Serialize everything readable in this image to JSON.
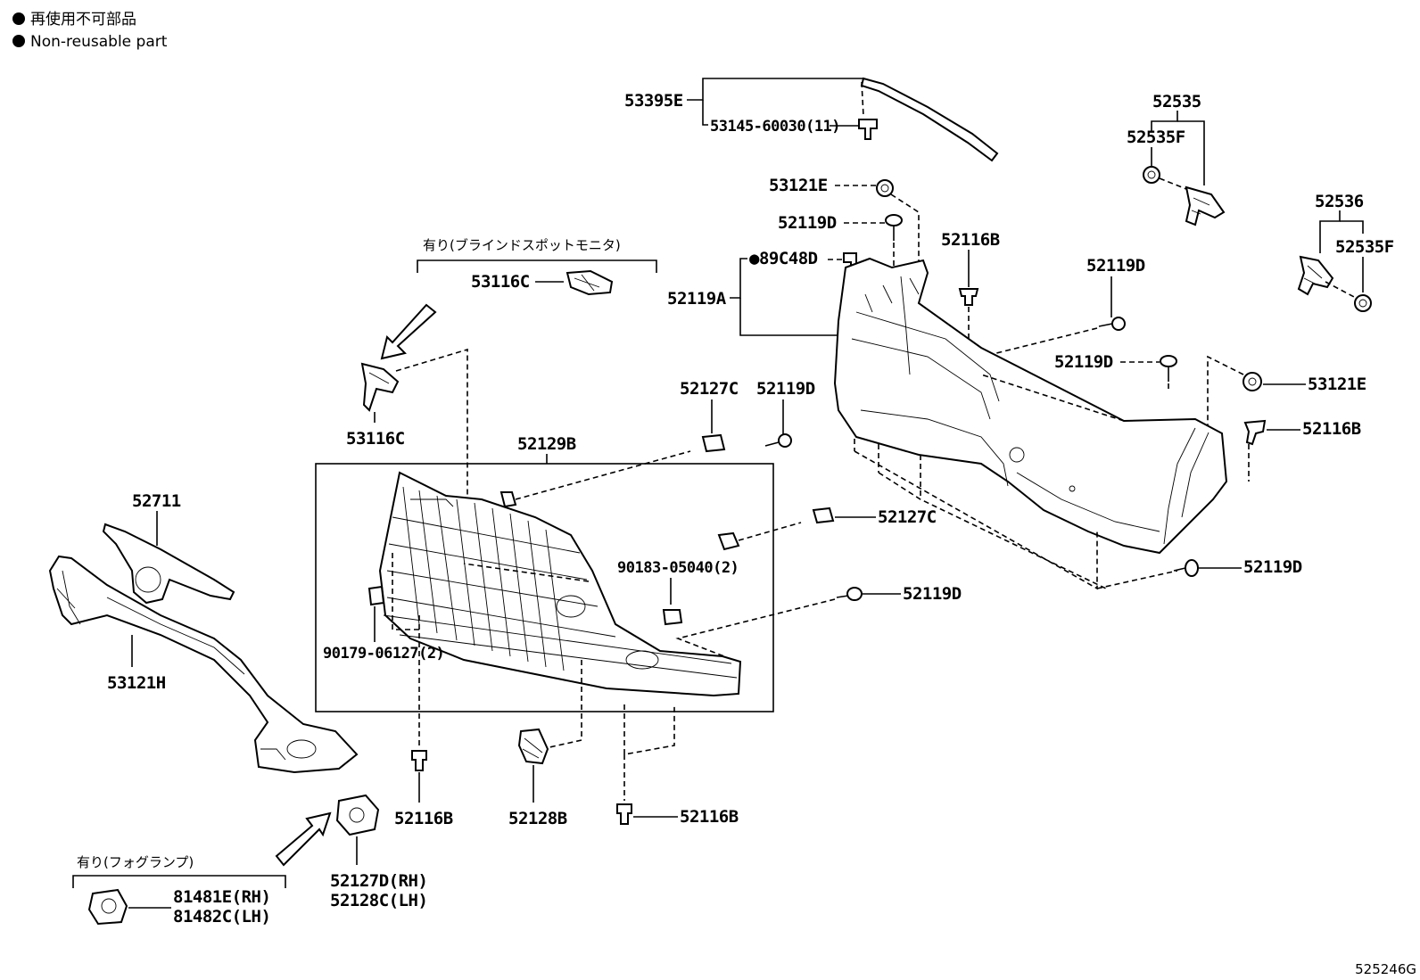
{
  "legend": [
    {
      "bullet": "●",
      "text": "再使用不可部品"
    },
    {
      "bullet": "●",
      "text": "Non-reusable part"
    }
  ],
  "labels": {
    "p53395E": "53395E",
    "p53145": "53145-60030(11)",
    "p52535": "52535",
    "p52535F_a": "52535F",
    "p52536": "52536",
    "p52535F_b": "52535F",
    "p53121E_a": "53121E",
    "p52119D_a": "52119D",
    "p52116B_a": "52116B",
    "p89C48D": "●89C48D",
    "p52119A": "52119A",
    "p52119D_b": "52119D",
    "p52119D_c": "52119D",
    "p53121E_b": "53121E",
    "p52116B_b": "52116B",
    "blindspot_note": "有り(ブラインドスポットモニタ)",
    "p53116C_a": "53116C",
    "p53116C_b": "53116C",
    "p52127C_a": "52127C",
    "p52119D_d": "52119D",
    "p52129B": "52129B",
    "p52127C_b": "52127C",
    "p90183": "90183-05040(2)",
    "p52119D_e": "52119D",
    "p52119D_f": "52119D",
    "p90179": "90179-06127(2)",
    "p52711": "52711",
    "p53121H": "53121H",
    "p52116B_c": "52116B",
    "p52128B": "52128B",
    "p52116B_d": "52116B",
    "foglamp_note": "有り(フォグランプ)",
    "p81481E": "81481E(RH)",
    "p81482C": "81482C(LH)",
    "p52127D": "52127D(RH)",
    "p52128C": "52128C(LH)",
    "diagram_id": "525246G"
  }
}
